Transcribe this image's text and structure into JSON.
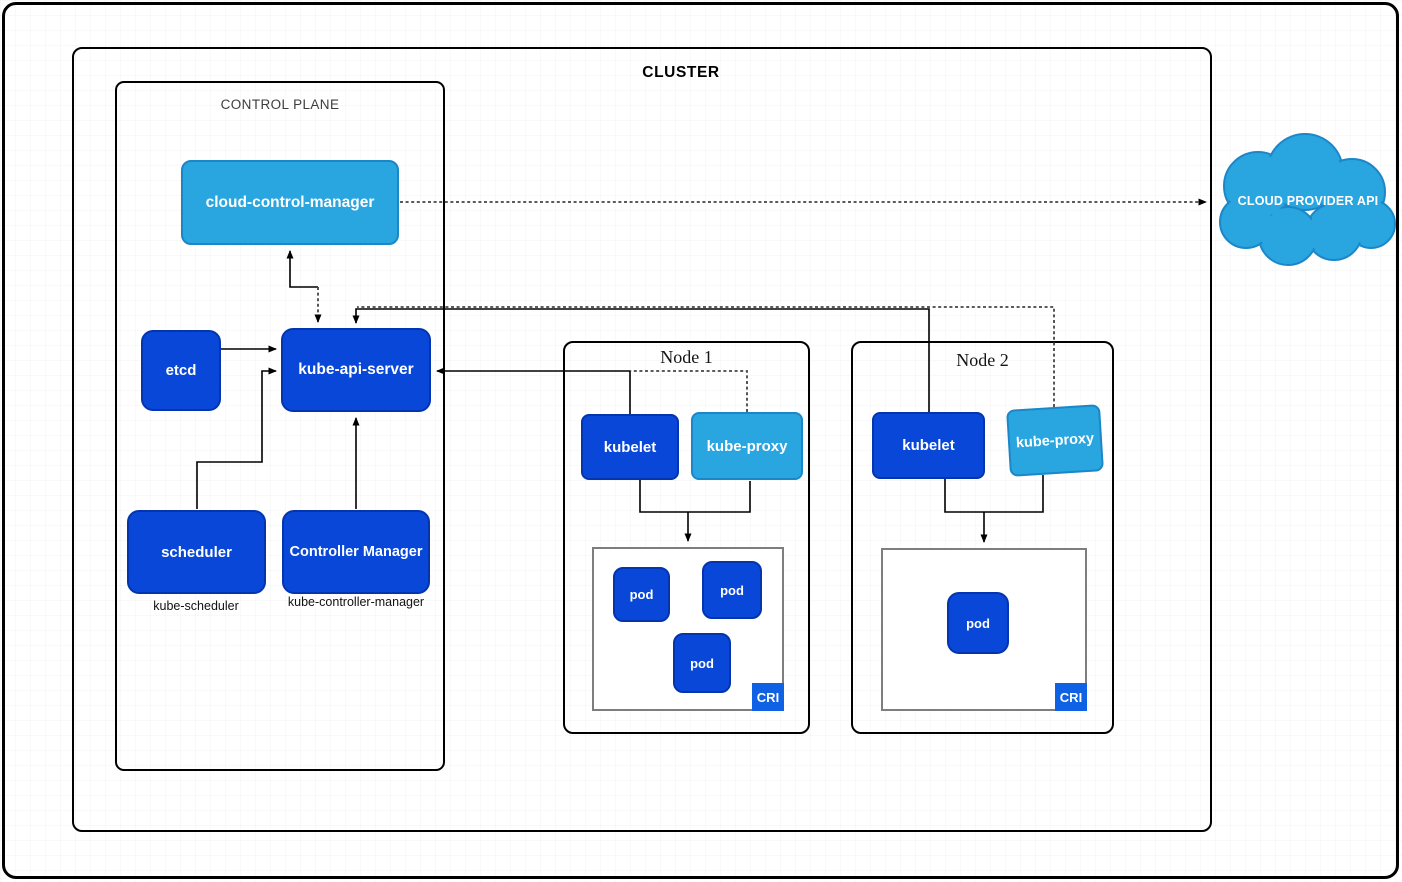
{
  "diagram": {
    "cluster_label": "CLUSTER",
    "control_plane": {
      "label": "CONTROL PLANE",
      "cloud_control_manager": "cloud-control-manager",
      "etcd": "etcd",
      "kube_api_server": "kube-api-server",
      "scheduler": "scheduler",
      "controller_manager": "Controller Manager",
      "scheduler_caption": "kube-scheduler",
      "controller_manager_caption": "kube-controller-manager"
    },
    "nodes": [
      {
        "title": "Node 1",
        "kubelet": "kubelet",
        "kube_proxy": "kube-proxy",
        "cri_label": "CRI",
        "pods": [
          "pod",
          "pod",
          "pod"
        ]
      },
      {
        "title": "Node 2",
        "kubelet": "kubelet",
        "kube_proxy": "kube-proxy",
        "cri_label": "CRI",
        "pods": [
          "pod"
        ]
      }
    ],
    "cloud_provider_api": "CLOUD PROVIDER API",
    "colors": {
      "dark_blue": "#0847d8",
      "dark_blue_border": "#0434ae",
      "light_blue": "#29a5df",
      "light_blue_border": "#1b87c9",
      "cri_badge_blue": "#1062e5",
      "line_black": "#000000",
      "dash_gray": "#444444"
    }
  }
}
